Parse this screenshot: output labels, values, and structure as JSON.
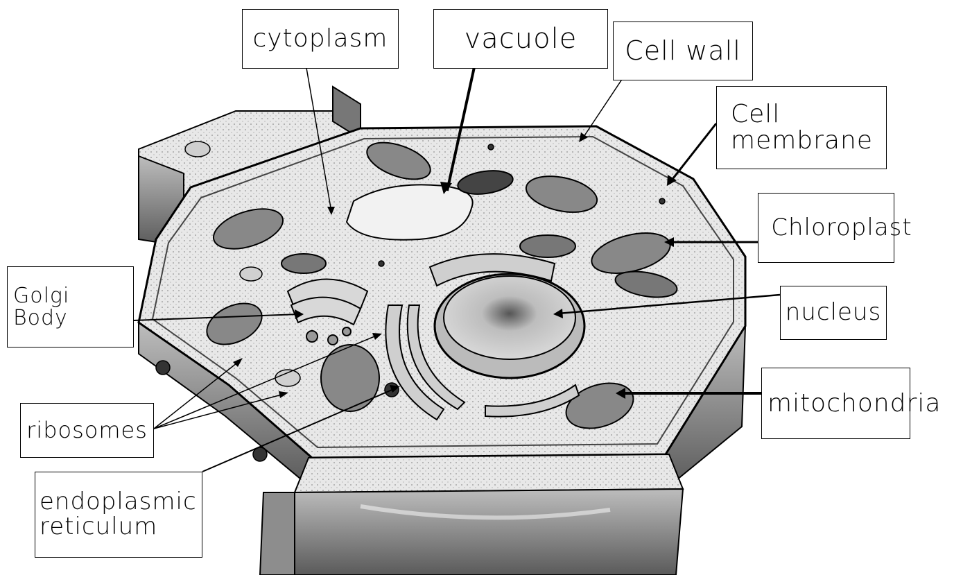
{
  "labels": {
    "cytoplasm": "cytoplasm",
    "vacuole": "vacuole",
    "cell_wall": "Cell wall",
    "cell_membrane": "Cell\nmembrane",
    "chloroplast": "Chloroplast",
    "golgi_body": "Golgi\nBody",
    "nucleus": "nucleus",
    "mitochondria": "mitochondria",
    "ribosomes": "ribosomes",
    "endoplasmic_reticulum": "endoplasmic\nreticulum"
  },
  "colors": {
    "ink": "#000000",
    "cell_fill": "#e6e6e6",
    "wall_fill": "#9a9a9a",
    "organelle_fill": "#8a8a8a"
  }
}
